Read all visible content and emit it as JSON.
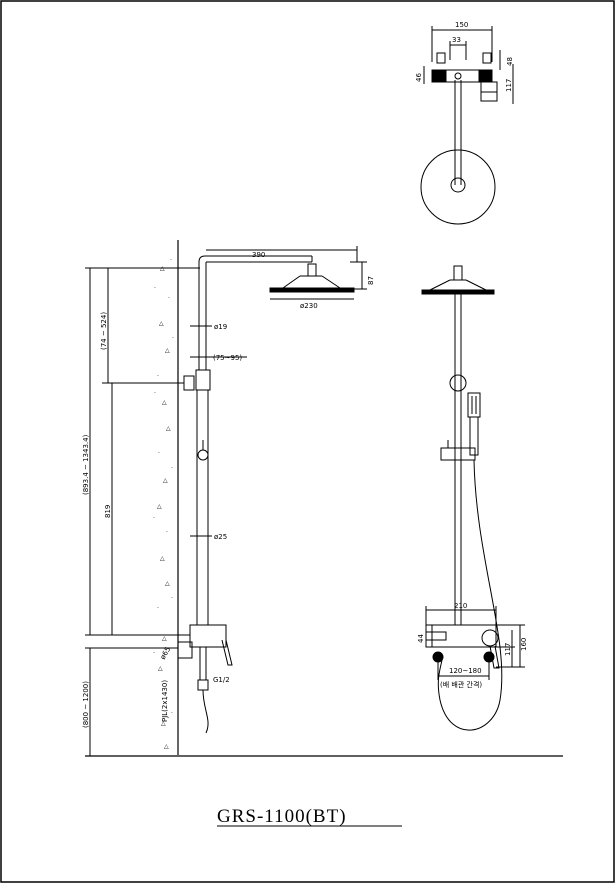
{
  "title": "GRS-1100(BT)",
  "colors": {
    "ink": "#000000",
    "paper": "#ffffff"
  },
  "top_view": {
    "dim_width": "150",
    "dim_inner": "33",
    "dim_left": "46",
    "dim_right": "48",
    "dim_height": "117"
  },
  "side_view": {
    "dim_arm": "390",
    "dim_drop": "87",
    "dim_head": "ø230",
    "dim_pipe_upper": "ø19",
    "dim_bracket": "(75~95)",
    "dim_pipe_lower": "ø25",
    "dim_upper_range": "(74 ~ 524)",
    "dim_total_range": "(893.4 ~ 1343.4)",
    "dim_main": "819",
    "dim_floor_range": "(800 ~ 1200)",
    "dim_mixer_size": "ø65",
    "dim_thread": "G1/2",
    "dim_hose": "PJL(2x1430)"
  },
  "front_view": {
    "dim_mixer_width": "210",
    "dim_mixer_44": "44",
    "dim_mixer_117": "117",
    "dim_mixer_160": "160",
    "dim_spacing": "120~180",
    "note_spacing": "(배 배관 간격)"
  }
}
